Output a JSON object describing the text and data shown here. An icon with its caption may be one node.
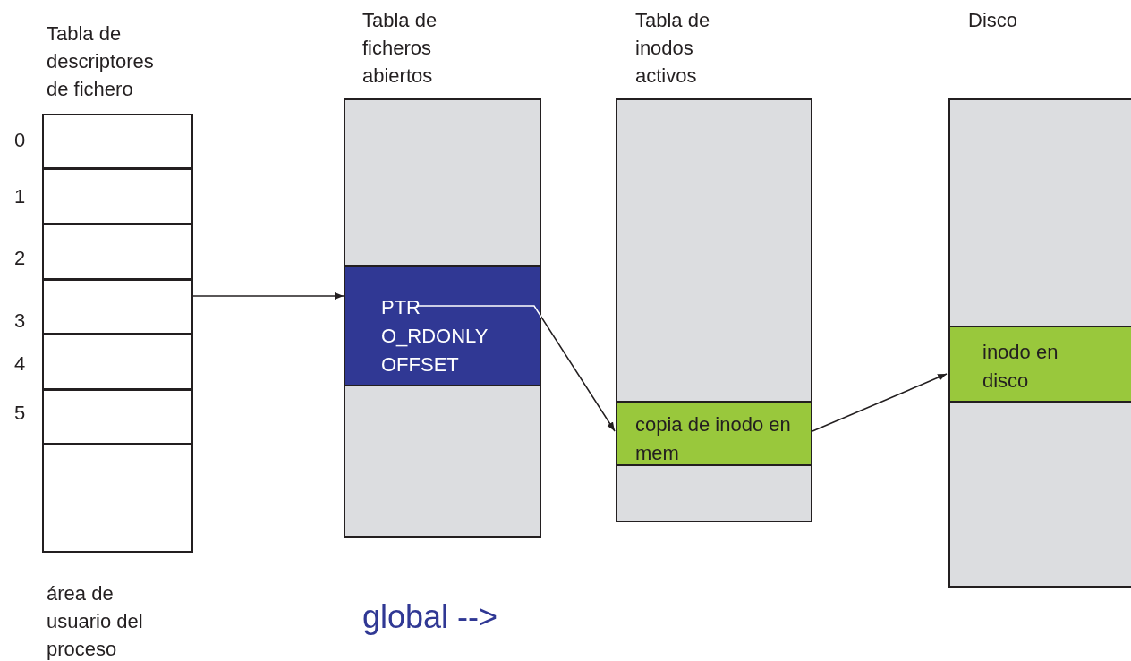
{
  "diagram": {
    "nodes": [
      {
        "text": [
          "Tabla de descriptores de fichero"
        ],
        "beside": [
          "área de usuario del proceso"
        ]
      },
      {
        "text": [],
        "shape": "box",
        "in": 0,
        "beside": [
          "0"
        ]
      },
      {
        "text": [],
        "shape": "box",
        "in": 0,
        "beside": [
          "1"
        ]
      },
      {
        "text": [],
        "shape": "box",
        "in": 0,
        "beside": [
          "2"
        ]
      },
      {
        "text": [],
        "shape": "box",
        "in": 0,
        "beside": [
          "3"
        ]
      },
      {
        "text": [],
        "shape": "box",
        "in": 0,
        "beside": [
          "4"
        ]
      },
      {
        "text": [],
        "shape": "box",
        "in": 0,
        "beside": [
          "5"
        ]
      },
      {
        "text": [
          "Tabla de ficheros abiertos"
        ]
      },
      {
        "text": [
          "PTR O_RDONLY OFFSET"
        ],
        "in": 7
      },
      {
        "text": [
          "Tabla de inodos activos"
        ]
      },
      {
        "text": [
          "copia de inodo en mem"
        ],
        "in": 9
      },
      {
        "text": [
          "Disco"
        ]
      },
      {
        "text": [
          "inodo en disco"
        ],
        "in": 11
      }
    ],
    "edges": [
      {
        "from": 4,
        "to": 8,
        "arrow": "to"
      },
      {
        "from": 8,
        "to": 10,
        "arrow": "to"
      },
      {
        "from": 10,
        "to": 12,
        "arrow": "to"
      }
    ],
    "labels": [
      "global -->"
    ]
  }
}
